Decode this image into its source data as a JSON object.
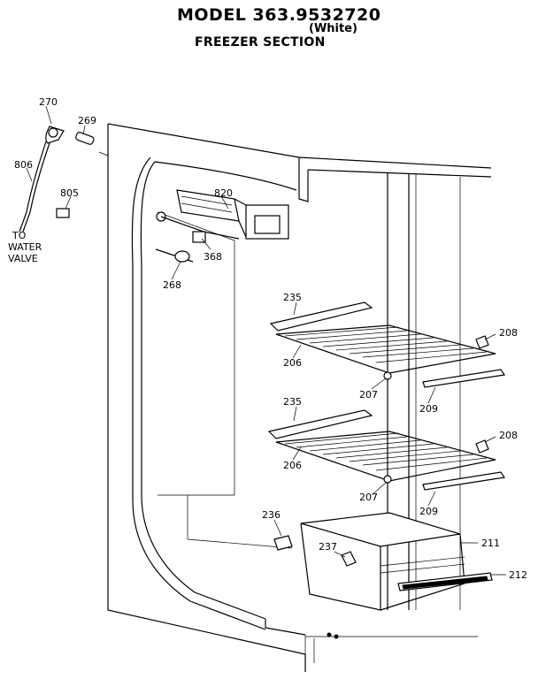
{
  "header": {
    "model": "MODEL 363.9532720",
    "color": "(White)",
    "section": "FREEZER SECTION"
  },
  "callouts": {
    "c270": "270",
    "c269": "269",
    "c806": "806",
    "c805": "805",
    "water_line1": "TO",
    "water_line2": "WATER",
    "water_line3": "VALVE",
    "c820": "820",
    "c368": "368",
    "c268": "268",
    "c235a": "235",
    "c206a": "206",
    "c208a": "208",
    "c207a": "207",
    "c209a": "209",
    "c235b": "235",
    "c206b": "206",
    "c208b": "208",
    "c207b": "207",
    "c209b": "209",
    "c236": "236",
    "c237": "237",
    "c211": "211",
    "c212": "212"
  }
}
